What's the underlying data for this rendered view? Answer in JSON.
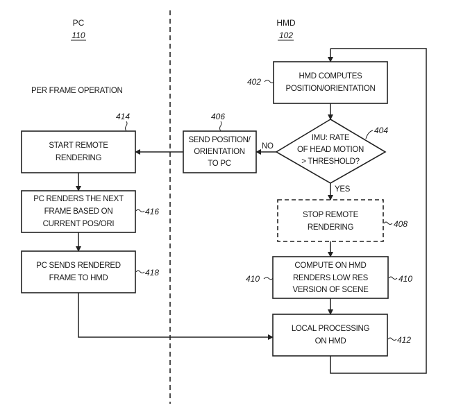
{
  "columns": {
    "pc": {
      "title": "PC",
      "ref": "110"
    },
    "hmd": {
      "title": "HMD",
      "ref": "102"
    }
  },
  "section_label": "PER FRAME OPERATION",
  "nodes": {
    "n402": {
      "ref": "402",
      "type": "process",
      "lines": [
        "HMD COMPUTES",
        "POSITION/ORIENTATION"
      ]
    },
    "n404": {
      "ref": "404",
      "type": "decision",
      "lines": [
        "IMU: RATE",
        "OF HEAD MOTION",
        "> THRESHOLD?"
      ]
    },
    "n406": {
      "ref": "406",
      "type": "process",
      "lines": [
        "SEND POSITION/",
        "ORIENTATION",
        "TO PC"
      ]
    },
    "n408": {
      "ref": "408",
      "type": "optional-process",
      "lines": [
        "STOP REMOTE",
        "RENDERING"
      ]
    },
    "n410": {
      "ref": "410",
      "ref_left": "410",
      "type": "process",
      "lines": [
        "COMPUTE ON HMD",
        "RENDERS LOW RES",
        "VERSION OF SCENE"
      ]
    },
    "n412": {
      "ref": "412",
      "type": "process",
      "lines": [
        "LOCAL PROCESSING",
        "ON HMD"
      ]
    },
    "n414": {
      "ref": "414",
      "type": "process",
      "lines": [
        "START REMOTE",
        "RENDERING"
      ]
    },
    "n416": {
      "ref": "416",
      "type": "process",
      "lines": [
        "PC RENDERS THE NEXT",
        "FRAME BASED ON",
        "CURRENT POS/ORI"
      ]
    },
    "n418": {
      "ref": "418",
      "type": "process",
      "lines": [
        "PC SENDS RENDERED",
        "FRAME TO HMD"
      ]
    }
  },
  "edges": {
    "no_label": "NO",
    "yes_label": "YES"
  }
}
